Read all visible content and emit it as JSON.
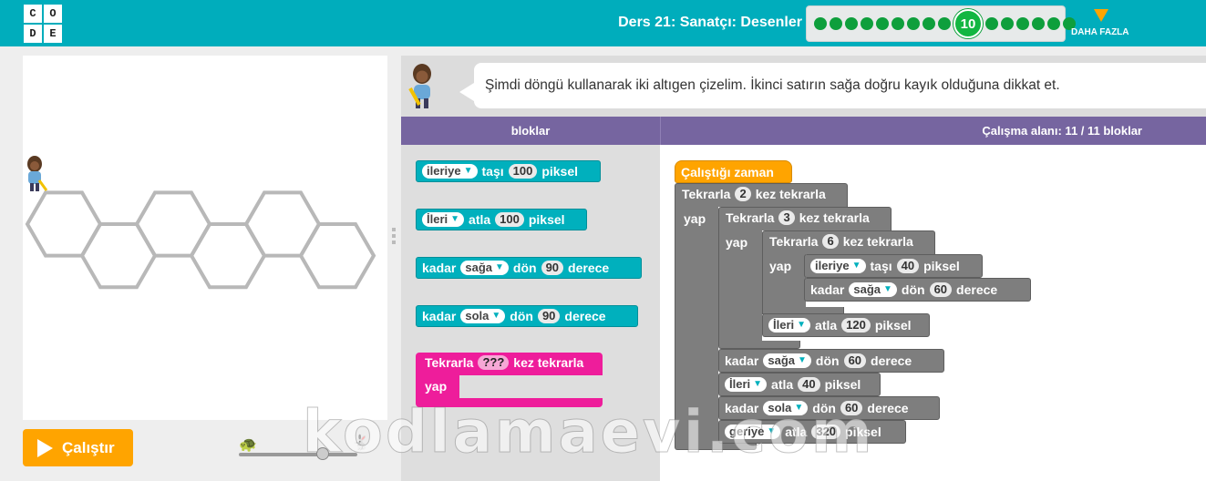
{
  "header": {
    "logo_letters": [
      "C",
      "O",
      "D",
      "E"
    ],
    "lesson_title": "Ders 21: Sanatçı: Desenler",
    "progress": {
      "before": 9,
      "current": "10",
      "after": 6
    },
    "more_label": "DAHA FAZLA"
  },
  "run": {
    "label": "Çalıştır"
  },
  "instructions": {
    "text": "Şimdi döngü kullanarak iki altıgen çizelim. İkinci satırın sağa doğru kayık olduğuna dikkat et."
  },
  "toolbox": {
    "title": "bloklar",
    "blocks": {
      "move_dir": "ileriye",
      "move_verb": "taşı",
      "move_val": "100",
      "move_unit": "piksel",
      "jump_dir": "İleri",
      "jump_verb": "atla",
      "jump_val": "100",
      "jump_unit": "piksel",
      "turn_r_pre": "kadar",
      "turn_r_dir": "sağa",
      "turn_r_verb": "dön",
      "turn_r_val": "90",
      "turn_r_unit": "derece",
      "turn_l_pre": "kadar",
      "turn_l_dir": "sola",
      "turn_l_verb": "dön",
      "turn_l_val": "90",
      "turn_l_unit": "derece",
      "repeat_pre": "Tekrarla",
      "repeat_val": "???",
      "repeat_post": "kez tekrarla",
      "repeat_do": "yap"
    }
  },
  "workspace": {
    "title": "Çalışma alanı: 11 / 11 bloklar",
    "when_run": "Çalıştığı zaman",
    "r1_pre": "Tekrarla",
    "r1_val": "2",
    "r1_post": "kez tekrarla",
    "r1_do": "yap",
    "r2_pre": "Tekrarla",
    "r2_val": "3",
    "r2_post": "kez tekrarla",
    "r2_do": "yap",
    "r3_pre": "Tekrarla",
    "r3_val": "6",
    "r3_post": "kez tekrarla",
    "r3_do": "yap",
    "m1_dir": "ileriye",
    "m1_verb": "taşı",
    "m1_val": "40",
    "m1_unit": "piksel",
    "t1_pre": "kadar",
    "t1_dir": "sağa",
    "t1_verb": "dön",
    "t1_val": "60",
    "t1_unit": "derece",
    "j1_dir": "İleri",
    "j1_verb": "atla",
    "j1_val": "120",
    "j1_unit": "piksel",
    "t2_pre": "kadar",
    "t2_dir": "sağa",
    "t2_verb": "dön",
    "t2_val": "60",
    "t2_unit": "derece",
    "j2_dir": "İleri",
    "j2_verb": "atla",
    "j2_val": "40",
    "j2_unit": "piksel",
    "t3_pre": "kadar",
    "t3_dir": "sola",
    "t3_verb": "dön",
    "t3_val": "60",
    "t3_unit": "derece",
    "j3_dir": "geriye",
    "j3_verb": "atla",
    "j3_val": "320",
    "j3_unit": "piksel"
  },
  "watermark": "kodlamaevi.com",
  "colors": {
    "header": "#00adbc",
    "purple": "#7665a0",
    "teal_block": "#00b0bd",
    "gray_block": "#7e7e7e",
    "pink_block": "#ee1d9b",
    "orange": "#ffa400",
    "progress_green": "#0e9f3c"
  }
}
